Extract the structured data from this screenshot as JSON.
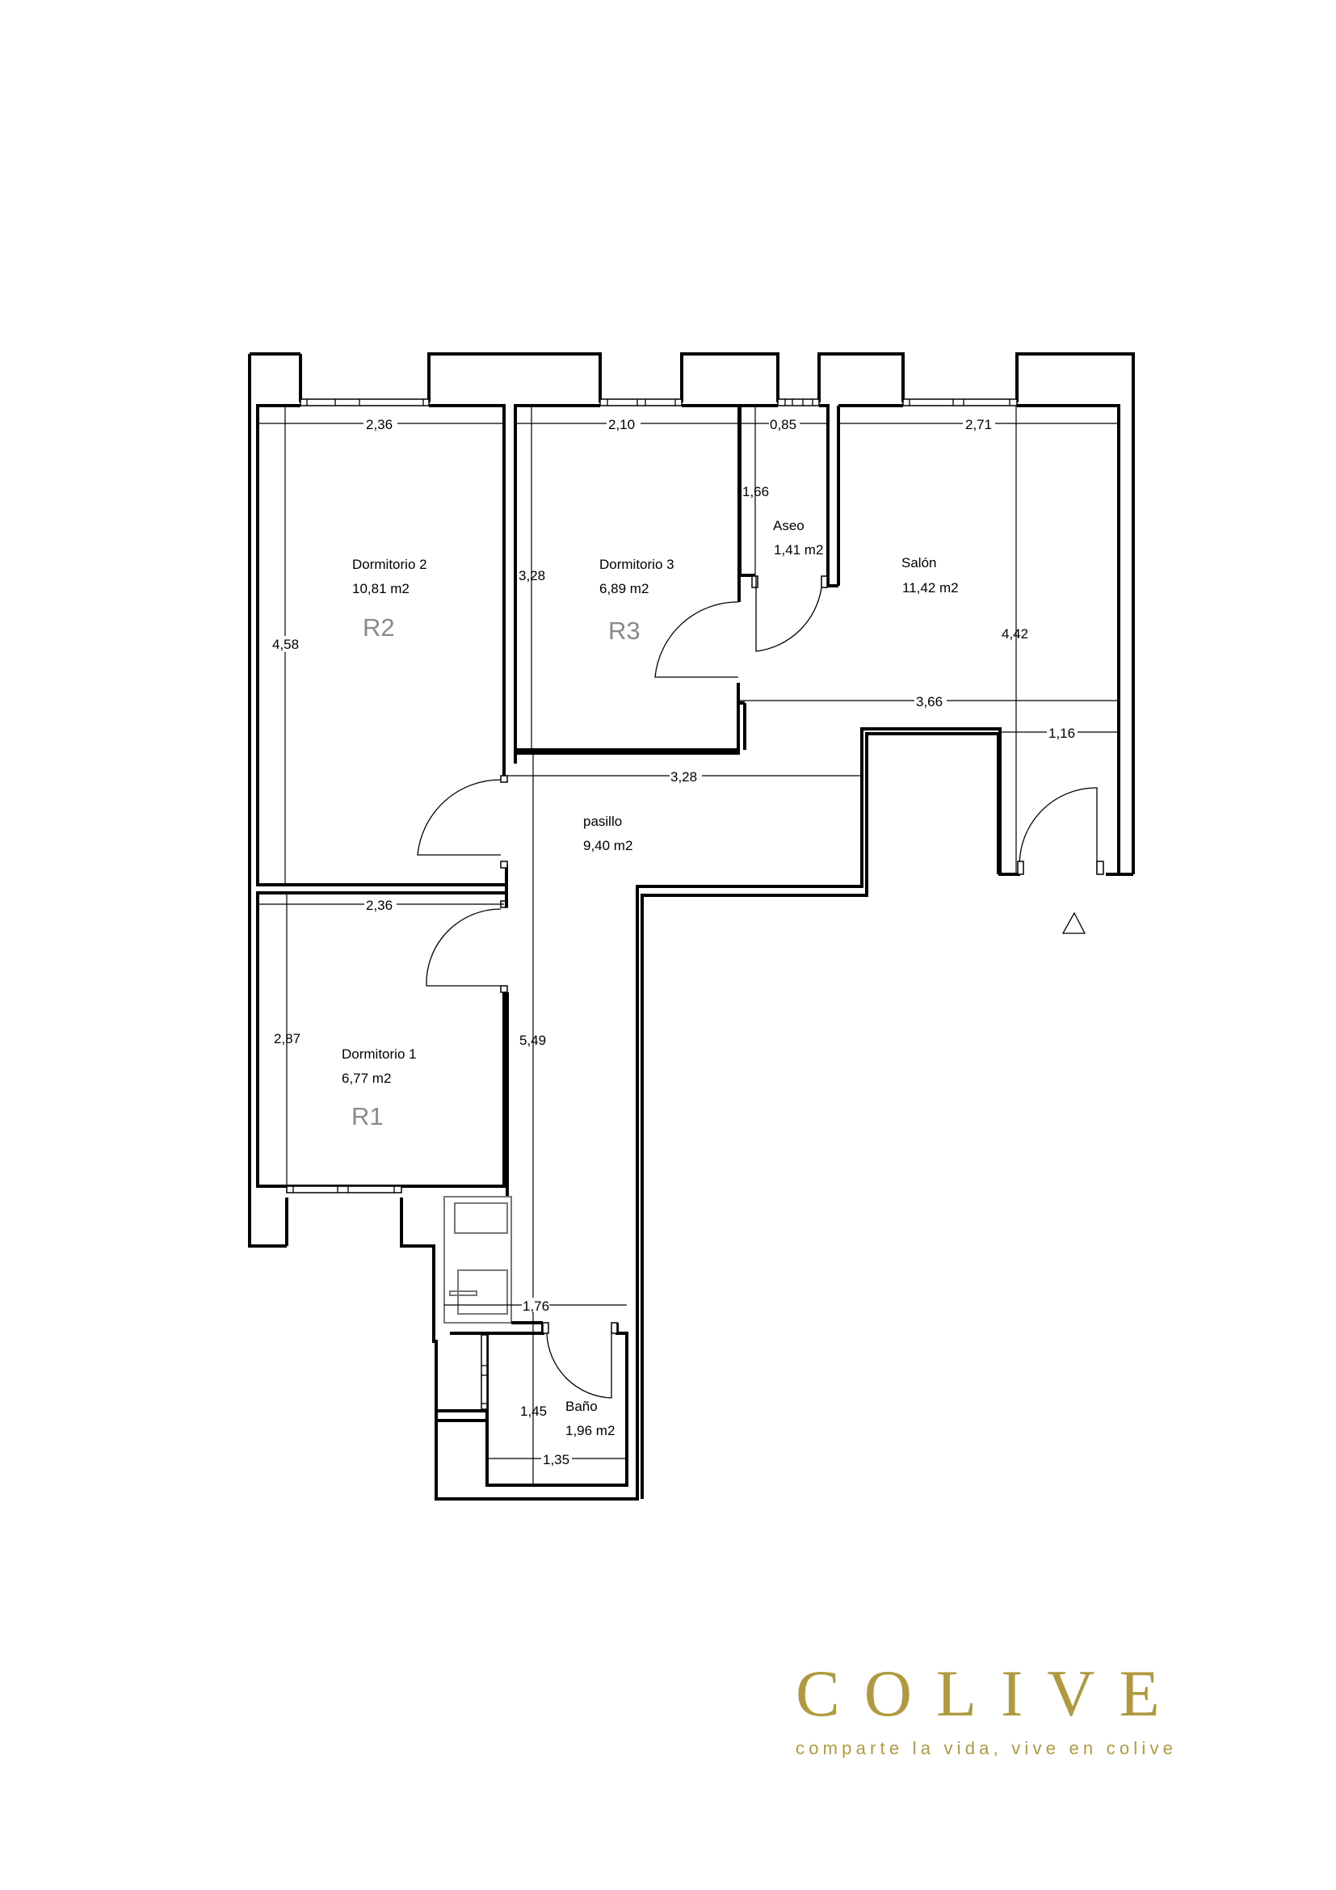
{
  "plan": {
    "rooms": [
      {
        "id": "dormitorio-2",
        "name": "Dormitorio 2",
        "area": "10,81 m2",
        "code": "R2"
      },
      {
        "id": "dormitorio-3",
        "name": "Dormitorio 3",
        "area": "6,89 m2",
        "code": "R3"
      },
      {
        "id": "aseo",
        "name": "Aseo",
        "area": "1,41 m2"
      },
      {
        "id": "salon",
        "name": "Salón",
        "area": "11,42 m2"
      },
      {
        "id": "pasillo",
        "name": "pasillo",
        "area": "9,40 m2"
      },
      {
        "id": "dormitorio-1",
        "name": "Dormitorio 1",
        "area": "6,77 m2",
        "code": "R1"
      },
      {
        "id": "bano",
        "name": "Baño",
        "area": "1,96 m2"
      }
    ],
    "dimensions": {
      "d2_width": "2,36",
      "d2_height": "4,58",
      "d3_width": "2,10",
      "d3_height": "3,28",
      "aseo_width": "0,85",
      "aseo_height": "1,66",
      "salon_width": "2,71",
      "salon_height": "4,42",
      "salon_full_width": "3,66",
      "entry_width": "1,16",
      "pasillo_width": "3,28",
      "pasillo_height": "5,49",
      "d1_width": "2,36",
      "d1_height": "2,87",
      "kitchen_width": "1,76",
      "bano_height": "1,45",
      "bano_width": "1,35"
    },
    "entrance_marker": "triangle-icon"
  },
  "brand": {
    "logo": "COLIVE",
    "tagline": "comparte la vida, vive en colive",
    "color": "#b09a3f"
  }
}
